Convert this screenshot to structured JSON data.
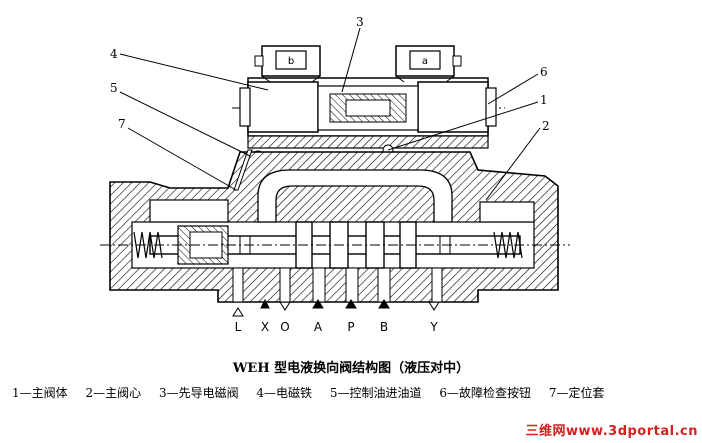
{
  "diagram": {
    "callouts": [
      "1",
      "2",
      "3",
      "4",
      "5",
      "6",
      "7"
    ],
    "solenoids": {
      "left": "b",
      "right": "a"
    },
    "ports": [
      "L",
      "X",
      "O",
      "A",
      "P",
      "B",
      "Y"
    ]
  },
  "caption": {
    "title": "WEH 型电液换向阀结构图（液压对中）",
    "legend": [
      "1—主阀体",
      "2—主阀心",
      "3—先导电磁阀",
      "4—电磁铁",
      "5—控制油进油道",
      "6—故障检查按钮",
      "7—定位套"
    ]
  },
  "watermark": "三维网www.3dportal.cn",
  "colors": {
    "ink": "#000000",
    "watermark": "#d42020"
  }
}
